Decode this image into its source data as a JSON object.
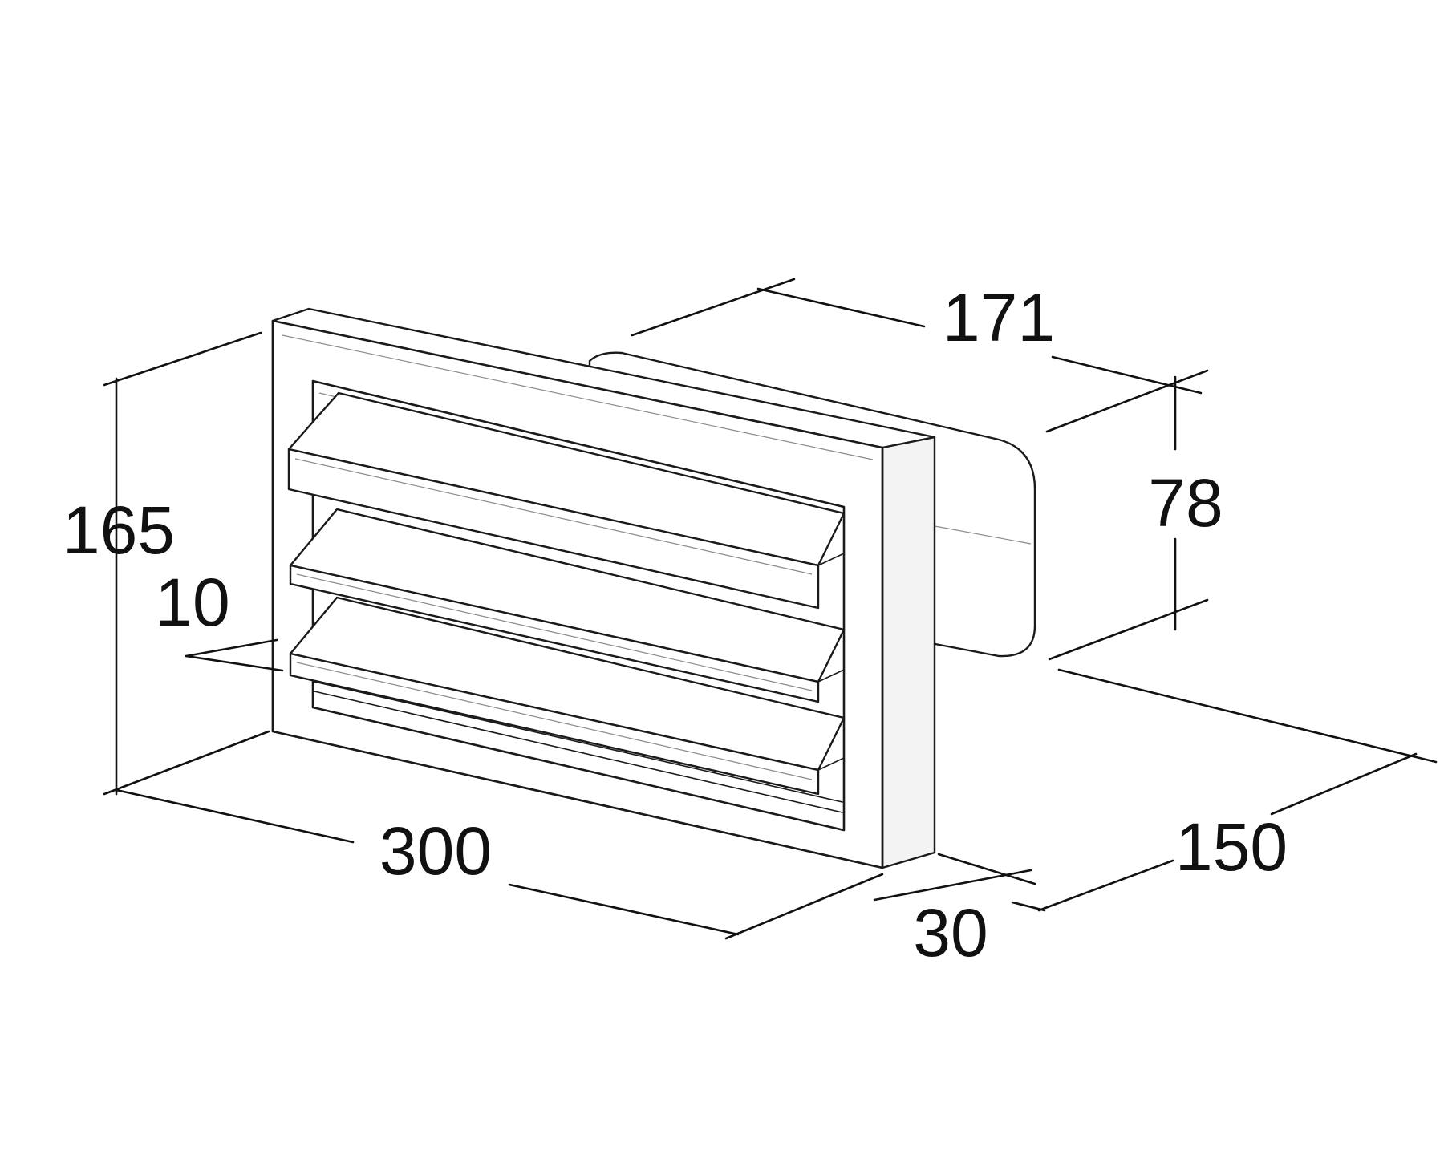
{
  "diagram": {
    "dimensions": {
      "height_165": "165",
      "louver_10": "10",
      "width_300": "300",
      "depth_30": "30",
      "depth_150": "150",
      "duct_width_171": "171",
      "duct_height_78": "78"
    }
  }
}
